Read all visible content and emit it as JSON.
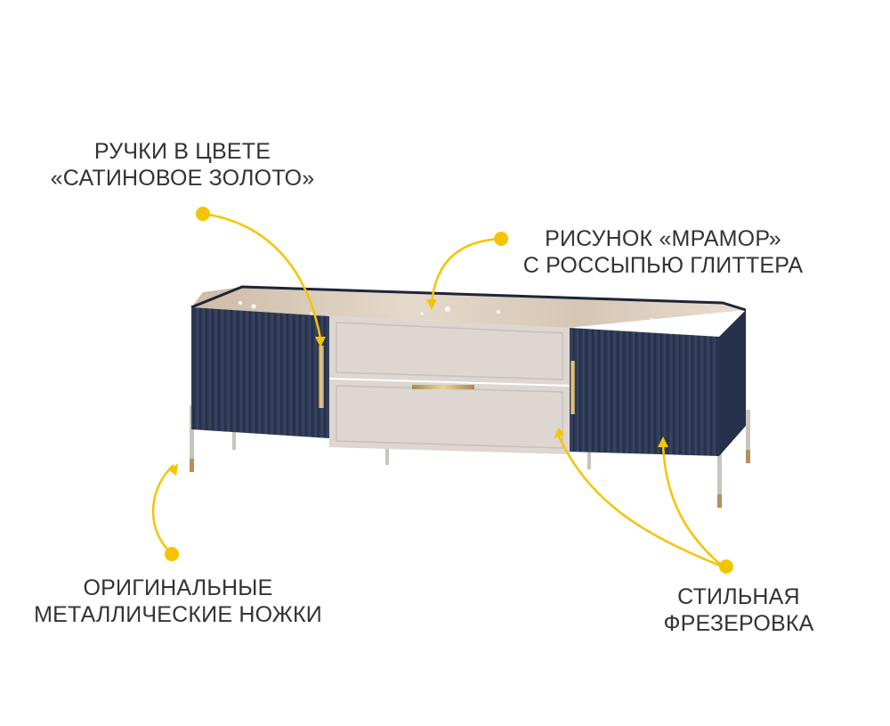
{
  "colors": {
    "accent": "#f5c400",
    "text": "#333333",
    "cabinet_body": "#2f3a54",
    "drawer_front": "#ddd6d1",
    "top_marble": "#d9cabb",
    "gold": "#c8a96a"
  },
  "callouts": [
    {
      "id": "handles",
      "lines": [
        "РУЧКИ В ЦВЕТЕ",
        "«САТИНОВОЕ ЗОЛОТО»"
      ]
    },
    {
      "id": "marble",
      "lines": [
        "РИСУНОК «МРАМОР»",
        "С РОССЫПЬЮ ГЛИТТЕРА"
      ]
    },
    {
      "id": "legs",
      "lines": [
        "ОРИГИНАЛЬНЫЕ",
        "МЕТАЛЛИЧЕСКИЕ НОЖКИ"
      ]
    },
    {
      "id": "milling",
      "lines": [
        "СТИЛЬНАЯ",
        "ФРЕЗЕРОВКА"
      ]
    }
  ],
  "product": {
    "name": "tv-stand",
    "icon": "tv-cabinet-illustration"
  }
}
